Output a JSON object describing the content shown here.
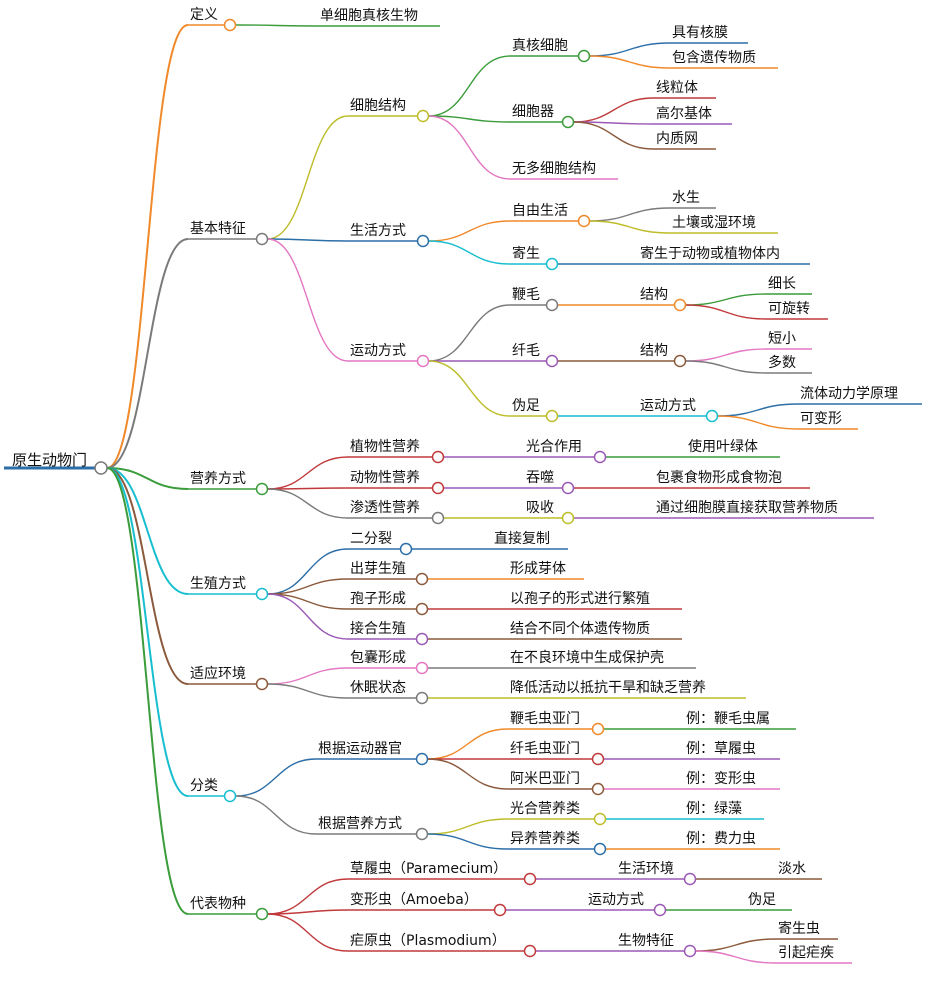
{
  "mindmap": {
    "root": "原生动物门",
    "nodes": [
      {
        "text": "定义",
        "color": "#f0892a",
        "children": [
          {
            "text": "单细胞真核生物",
            "color": "#3a9c3a"
          }
        ]
      },
      {
        "text": "基本特征",
        "color": "#7a7a7a",
        "children": [
          {
            "text": "细胞结构",
            "color": "#bdbd2a",
            "children": [
              {
                "text": "真核细胞",
                "color": "#3a9c3a",
                "children": [
                  {
                    "text": "具有核膜",
                    "color": "#2c6fa8"
                  },
                  {
                    "text": "包含遗传物质",
                    "color": "#f0892a"
                  }
                ]
              },
              {
                "text": "细胞器",
                "color": "#3a9c3a",
                "children": [
                  {
                    "text": "线粒体",
                    "color": "#c0393b"
                  },
                  {
                    "text": "高尔基体",
                    "color": "#9b59b6"
                  },
                  {
                    "text": "内质网",
                    "color": "#8b5a3c"
                  }
                ]
              },
              {
                "text": "无多细胞结构",
                "color": "#e377c2"
              }
            ]
          },
          {
            "text": "生活方式",
            "color": "#2c6fa8",
            "children": [
              {
                "text": "自由生活",
                "color": "#f0892a",
                "children": [
                  {
                    "text": "水生",
                    "color": "#7a7a7a"
                  },
                  {
                    "text": "土壤或湿环境",
                    "color": "#bdbd2a"
                  }
                ]
              },
              {
                "text": "寄生",
                "color": "#17becf",
                "children": [
                  {
                    "text": "寄生于动物或植物体内",
                    "color": "#2c6fa8"
                  }
                ]
              }
            ]
          },
          {
            "text": "运动方式",
            "color": "#e377c2",
            "children": [
              {
                "text": "鞭毛",
                "color": "#7a7a7a",
                "children": [
                  {
                    "text": "结构",
                    "color": "#f0892a",
                    "children": [
                      {
                        "text": "细长",
                        "color": "#3a9c3a"
                      },
                      {
                        "text": "可旋转",
                        "color": "#c0393b"
                      }
                    ]
                  }
                ]
              },
              {
                "text": "纤毛",
                "color": "#9b59b6",
                "children": [
                  {
                    "text": "结构",
                    "color": "#8b5a3c",
                    "children": [
                      {
                        "text": "短小",
                        "color": "#e377c2"
                      },
                      {
                        "text": "多数",
                        "color": "#7a7a7a"
                      }
                    ]
                  }
                ]
              },
              {
                "text": "伪足",
                "color": "#bdbd2a",
                "children": [
                  {
                    "text": "运动方式",
                    "color": "#17becf",
                    "children": [
                      {
                        "text": "流体动力学原理",
                        "color": "#2c6fa8"
                      },
                      {
                        "text": "可变形",
                        "color": "#f0892a"
                      }
                    ]
                  }
                ]
              }
            ]
          }
        ]
      },
      {
        "text": "营养方式",
        "color": "#3a9c3a",
        "children": [
          {
            "text": "植物性营养",
            "color": "#c0393b",
            "children": [
              {
                "text": "光合作用",
                "color": "#9b59b6",
                "children": [
                  {
                    "text": "使用叶绿体",
                    "color": "#3a9c3a"
                  }
                ]
              }
            ]
          },
          {
            "text": "动物性营养",
            "color": "#c0393b",
            "children": [
              {
                "text": "吞噬",
                "color": "#9b59b6",
                "children": [
                  {
                    "text": "包裹食物形成食物泡",
                    "color": "#c0393b"
                  }
                ]
              }
            ]
          },
          {
            "text": "渗透性营养",
            "color": "#7a7a7a",
            "children": [
              {
                "text": "吸收",
                "color": "#bdbd2a",
                "children": [
                  {
                    "text": "通过细胞膜直接获取营养物质",
                    "color": "#9b59b6"
                  }
                ]
              }
            ]
          }
        ]
      },
      {
        "text": "生殖方式",
        "color": "#17becf",
        "children": [
          {
            "text": "二分裂",
            "color": "#2c6fa8",
            "children": [
              {
                "text": "直接复制",
                "color": "#2c6fa8"
              }
            ]
          },
          {
            "text": "出芽生殖",
            "color": "#8b5a3c",
            "children": [
              {
                "text": "形成芽体",
                "color": "#f0892a"
              }
            ]
          },
          {
            "text": "孢子形成",
            "color": "#8b5a3c",
            "children": [
              {
                "text": "以孢子的形式进行繁殖",
                "color": "#c0393b"
              }
            ]
          },
          {
            "text": "接合生殖",
            "color": "#9b59b6",
            "children": [
              {
                "text": "结合不同个体遗传物质",
                "color": "#8b5a3c"
              }
            ]
          }
        ]
      },
      {
        "text": "适应环境",
        "color": "#8b5a3c",
        "children": [
          {
            "text": "包囊形成",
            "color": "#e377c2",
            "children": [
              {
                "text": "在不良环境中生成保护壳",
                "color": "#7a7a7a"
              }
            ]
          },
          {
            "text": "休眠状态",
            "color": "#7a7a7a",
            "children": [
              {
                "text": "降低活动以抵抗干旱和缺乏营养",
                "color": "#bdbd2a"
              }
            ]
          }
        ]
      },
      {
        "text": "分类",
        "color": "#17becf",
        "children": [
          {
            "text": "根据运动器官",
            "color": "#2c6fa8",
            "children": [
              {
                "text": "鞭毛虫亚门",
                "color": "#f0892a",
                "children": [
                  {
                    "text": "例：鞭毛虫属",
                    "color": "#3a9c3a"
                  }
                ]
              },
              {
                "text": "纤毛虫亚门",
                "color": "#c0393b",
                "children": [
                  {
                    "text": "例：草履虫",
                    "color": "#9b59b6"
                  }
                ]
              },
              {
                "text": "阿米巴亚门",
                "color": "#8b5a3c",
                "children": [
                  {
                    "text": "例：变形虫",
                    "color": "#e377c2"
                  }
                ]
              }
            ]
          },
          {
            "text": "根据营养方式",
            "color": "#7a7a7a",
            "children": [
              {
                "text": "光合营养类",
                "color": "#bdbd2a",
                "children": [
                  {
                    "text": "例：绿藻",
                    "color": "#17becf"
                  }
                ]
              },
              {
                "text": "异养营养类",
                "color": "#2c6fa8",
                "children": [
                  {
                    "text": "例：费力虫",
                    "color": "#f0892a"
                  }
                ]
              }
            ]
          }
        ]
      },
      {
        "text": "代表物种",
        "color": "#3a9c3a",
        "children": [
          {
            "text": "草履虫（Paramecium）",
            "color": "#c0393b",
            "children": [
              {
                "text": "生活环境",
                "color": "#9b59b6",
                "children": [
                  {
                    "text": "淡水",
                    "color": "#8b5a3c"
                  }
                ]
              }
            ]
          },
          {
            "text": "变形虫（Amoeba）",
            "color": "#c0393b",
            "children": [
              {
                "text": "运动方式",
                "color": "#9b59b6",
                "children": [
                  {
                    "text": "伪足",
                    "color": "#3a9c3a"
                  }
                ]
              }
            ]
          },
          {
            "text": "疟原虫（Plasmodium）",
            "color": "#c0393b",
            "children": [
              {
                "text": "生物特征",
                "color": "#9b59b6",
                "children": [
                  {
                    "text": "寄生虫",
                    "color": "#8b5a3c"
                  },
                  {
                    "text": "引起疟疾",
                    "color": "#e377c2"
                  }
                ]
              }
            ]
          }
        ]
      }
    ]
  }
}
